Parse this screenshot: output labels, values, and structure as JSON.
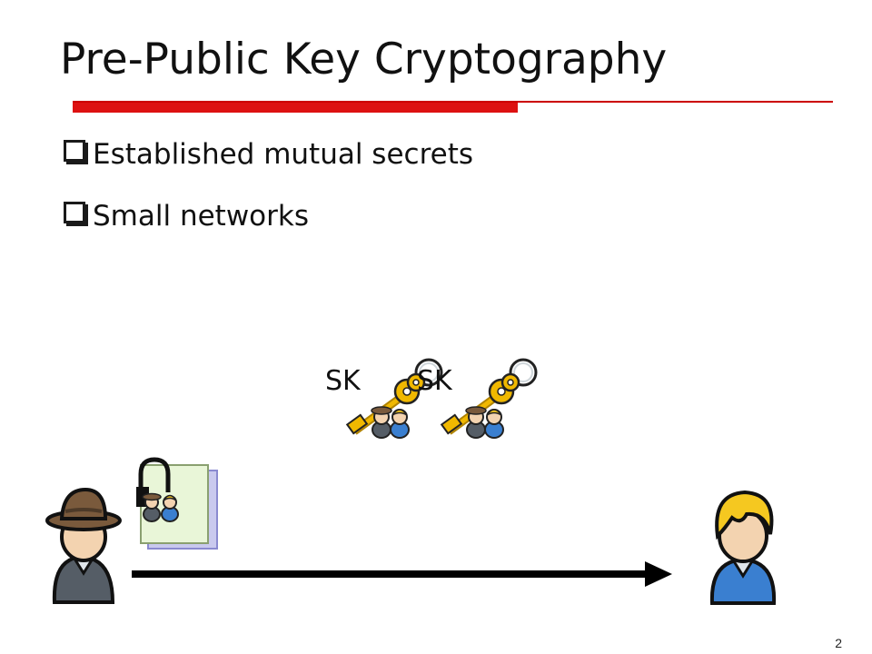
{
  "slide": {
    "title": "Pre-Public Key Cryptography",
    "bullets": [
      {
        "text": "Established mutual secrets"
      },
      {
        "text": "Small networks"
      }
    ],
    "key_labels": [
      "SK",
      "SK"
    ],
    "page_number": "2"
  },
  "icons": {
    "sender": "person-with-hat-icon",
    "receiver": "blonde-person-icon",
    "locked_document": "locked-document-icon",
    "key": "key-icon",
    "arrow": "arrow-right-icon"
  },
  "colors": {
    "accent_red": "#dd1111",
    "key_gold": "#f0b800",
    "person_blue": "#3a7fd0",
    "person_gray": "#555d66",
    "hair_yellow": "#f5c820",
    "hat_brown": "#7a5a3c"
  }
}
